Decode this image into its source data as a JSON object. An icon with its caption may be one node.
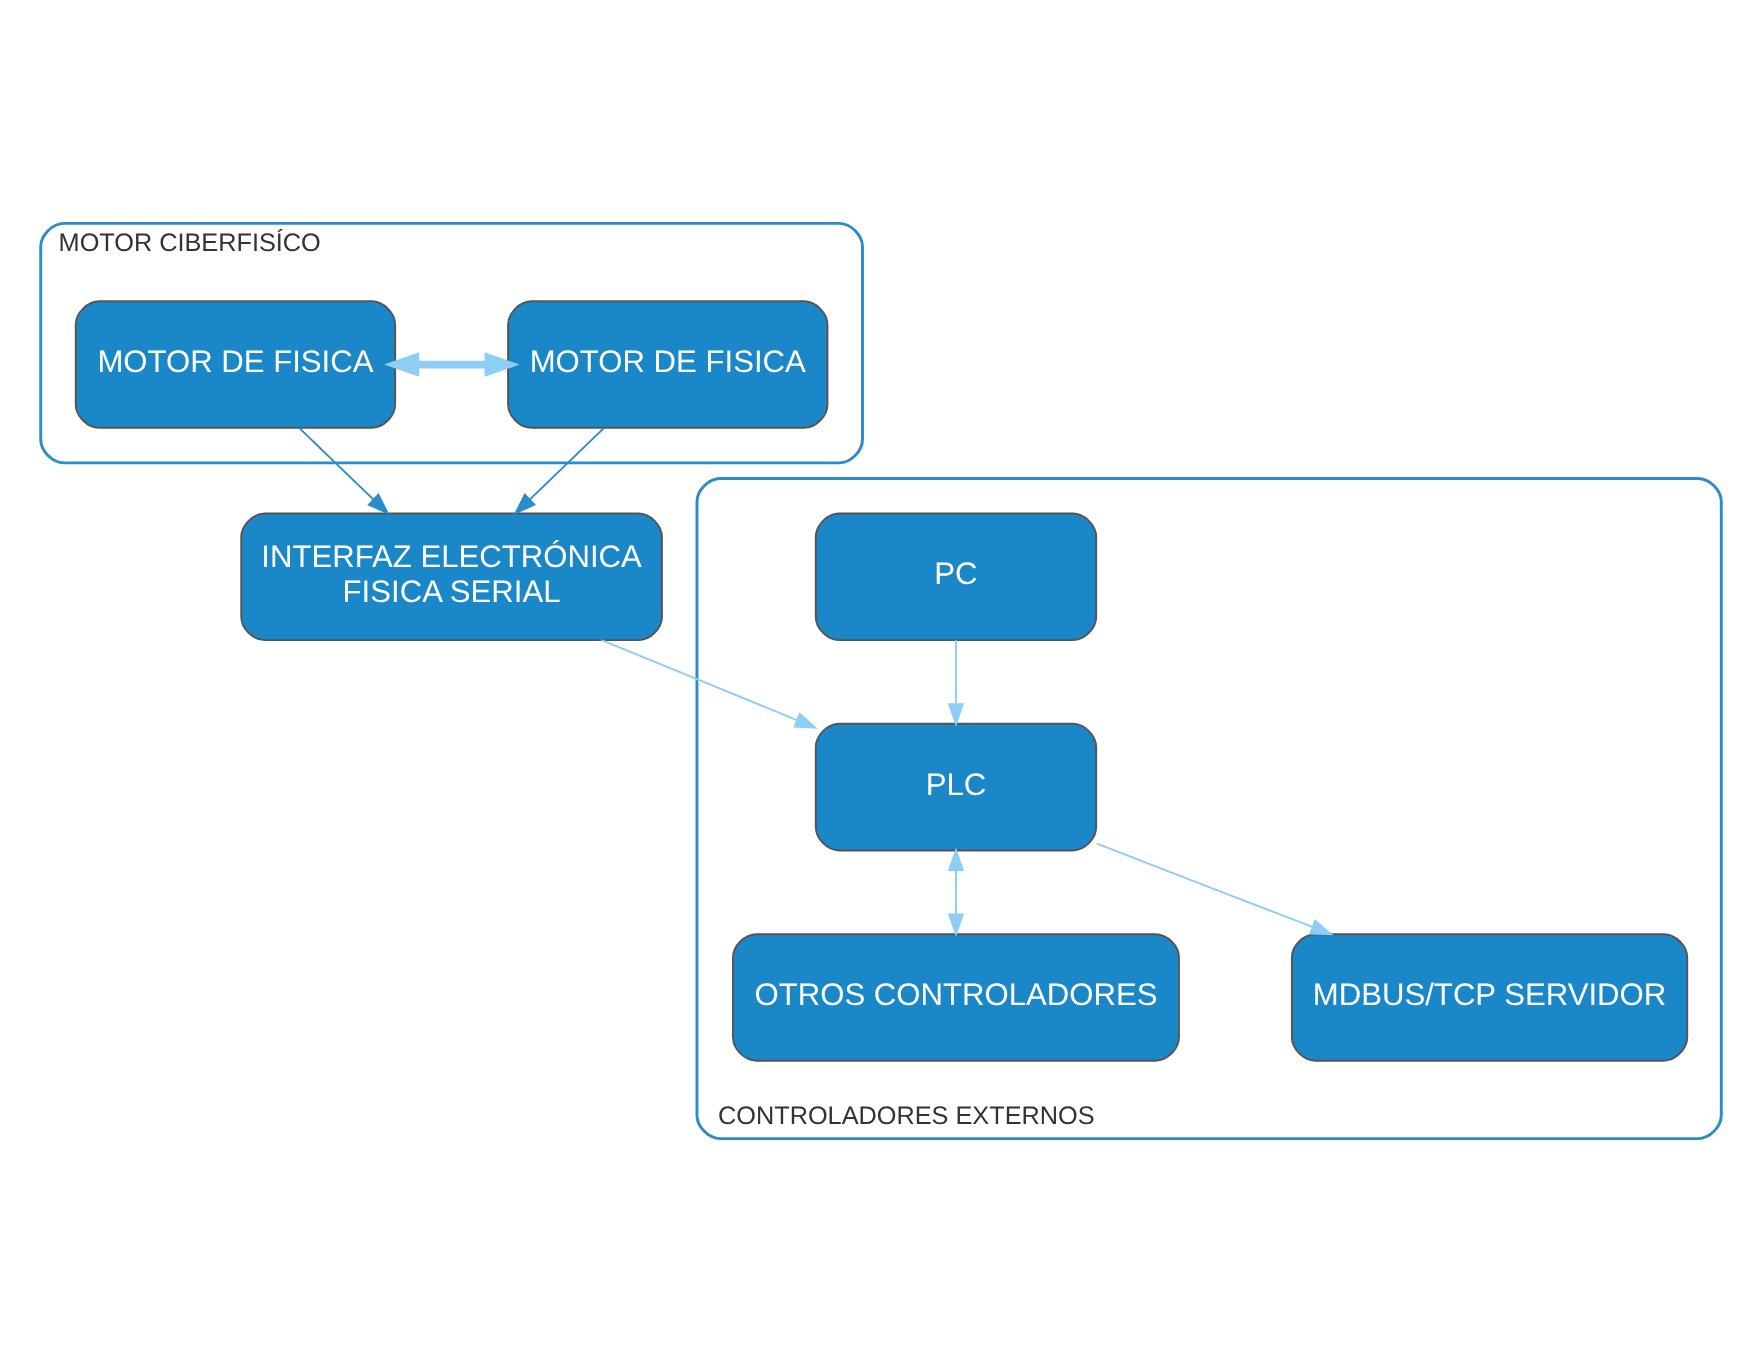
{
  "diagram": {
    "nodes": [
      {
        "text": [
          "MOTOR CIBERFISÍCO"
        ]
      },
      {
        "text": [
          "MOTOR DE FISICA"
        ],
        "in": 0
      },
      {
        "text": [
          "MOTOR DE FISICA"
        ],
        "in": 0
      },
      {
        "text": [
          "INTERFAZ ELECTRÓNICA FISICA SERIAL"
        ]
      },
      {
        "text": [
          "CONTROLADORES EXTERNOS"
        ]
      },
      {
        "text": [
          "PLC"
        ],
        "in": 4
      },
      {
        "text": [
          "PC"
        ],
        "in": 4
      },
      {
        "text": [
          "OTROS CONTROLADORES"
        ],
        "in": 4
      },
      {
        "text": [
          "MDBUS/TCP SERVIDOR"
        ],
        "in": 4
      }
    ],
    "edges": [
      {
        "from": 1,
        "to": 2,
        "arrow": "both",
        "style": "thick"
      },
      {
        "from": 1,
        "to": 3,
        "arrow": "to",
        "color": "#2a8ccb"
      },
      {
        "from": 2,
        "to": 3,
        "arrow": "to",
        "color": "#2a8ccb"
      },
      {
        "from": 3,
        "to": 5,
        "arrow": "to"
      },
      {
        "from": 6,
        "to": 5,
        "arrow": "to"
      },
      {
        "from": 5,
        "to": 7,
        "arrow": "both"
      },
      {
        "from": 5,
        "to": 8,
        "arrow": "to"
      }
    ]
  }
}
